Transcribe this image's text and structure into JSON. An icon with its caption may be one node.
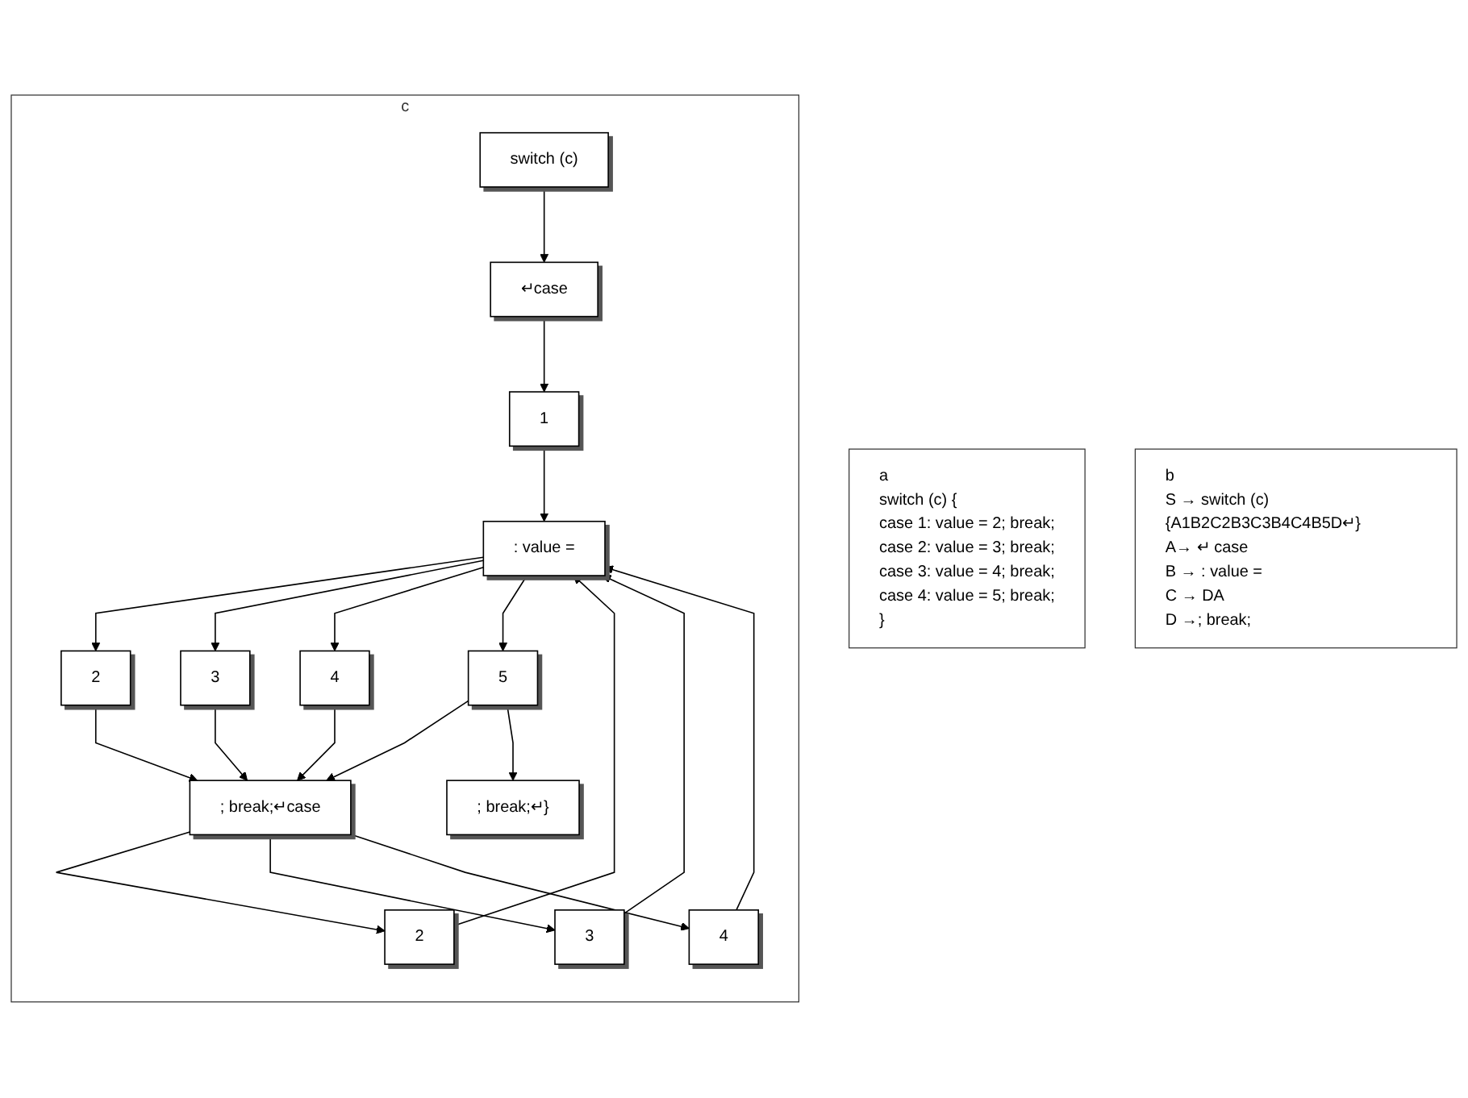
{
  "diagram": {
    "nodes": [
      {
        "text": [
          "a",
          "switch (c) {",
          "case 1: value = 2; break;",
          "case 2: value = 3; break;",
          "case 3: value = 4; break;",
          "case 4: value = 5; break;",
          "}"
        ]
      },
      {
        "text": [
          "b",
          "S → switch (c) {A1B2C2B3C3B4C4B5D↵}",
          "A→ ↵ case",
          "B → : value =",
          "C → DA",
          "D →; break;"
        ]
      },
      {
        "text": [
          "c"
        ]
      },
      {
        "text": [
          "switch (c)"
        ],
        "in": 2
      },
      {
        "text": [
          "↵case"
        ],
        "in": 2
      },
      {
        "text": [
          "1"
        ],
        "in": 2
      },
      {
        "text": [
          ": value ="
        ],
        "in": 2
      },
      {
        "text": [
          "2"
        ],
        "in": 2
      },
      {
        "text": [
          "3"
        ],
        "in": 2
      },
      {
        "text": [
          "4"
        ],
        "in": 2
      },
      {
        "text": [
          "5"
        ],
        "in": 2
      },
      {
        "text": [
          "; break;↵case"
        ],
        "in": 2
      },
      {
        "text": [
          "2"
        ],
        "in": 2
      },
      {
        "text": [
          "3"
        ],
        "in": 2
      },
      {
        "text": [
          "4"
        ],
        "in": 2
      },
      {
        "text": [
          "; break;↵}"
        ],
        "in": 2
      }
    ],
    "edges": [
      {
        "from": 3,
        "to": 4,
        "arrow": "to"
      },
      {
        "from": 4,
        "to": 5,
        "arrow": "to"
      },
      {
        "from": 5,
        "to": 6,
        "arrow": "to"
      },
      {
        "from": 6,
        "to": 7,
        "arrow": "to"
      },
      {
        "from": 6,
        "to": 8,
        "arrow": "to"
      },
      {
        "from": 6,
        "to": 9,
        "arrow": "to"
      },
      {
        "from": 6,
        "to": 10,
        "arrow": "to"
      },
      {
        "from": 7,
        "to": 11,
        "arrow": "to"
      },
      {
        "from": 8,
        "to": 11,
        "arrow": "to"
      },
      {
        "from": 9,
        "to": 11,
        "arrow": "to"
      },
      {
        "from": 10,
        "to": 11,
        "arrow": "to"
      },
      {
        "from": 10,
        "to": 15,
        "arrow": "to"
      },
      {
        "from": 11,
        "to": 12,
        "arrow": "to"
      },
      {
        "from": 11,
        "to": 13,
        "arrow": "to"
      },
      {
        "from": 11,
        "to": 14,
        "arrow": "to"
      },
      {
        "from": 12,
        "to": 6,
        "arrow": "to"
      },
      {
        "from": 13,
        "to": 6,
        "arrow": "to"
      },
      {
        "from": 14,
        "to": 6,
        "arrow": "to"
      }
    ]
  }
}
